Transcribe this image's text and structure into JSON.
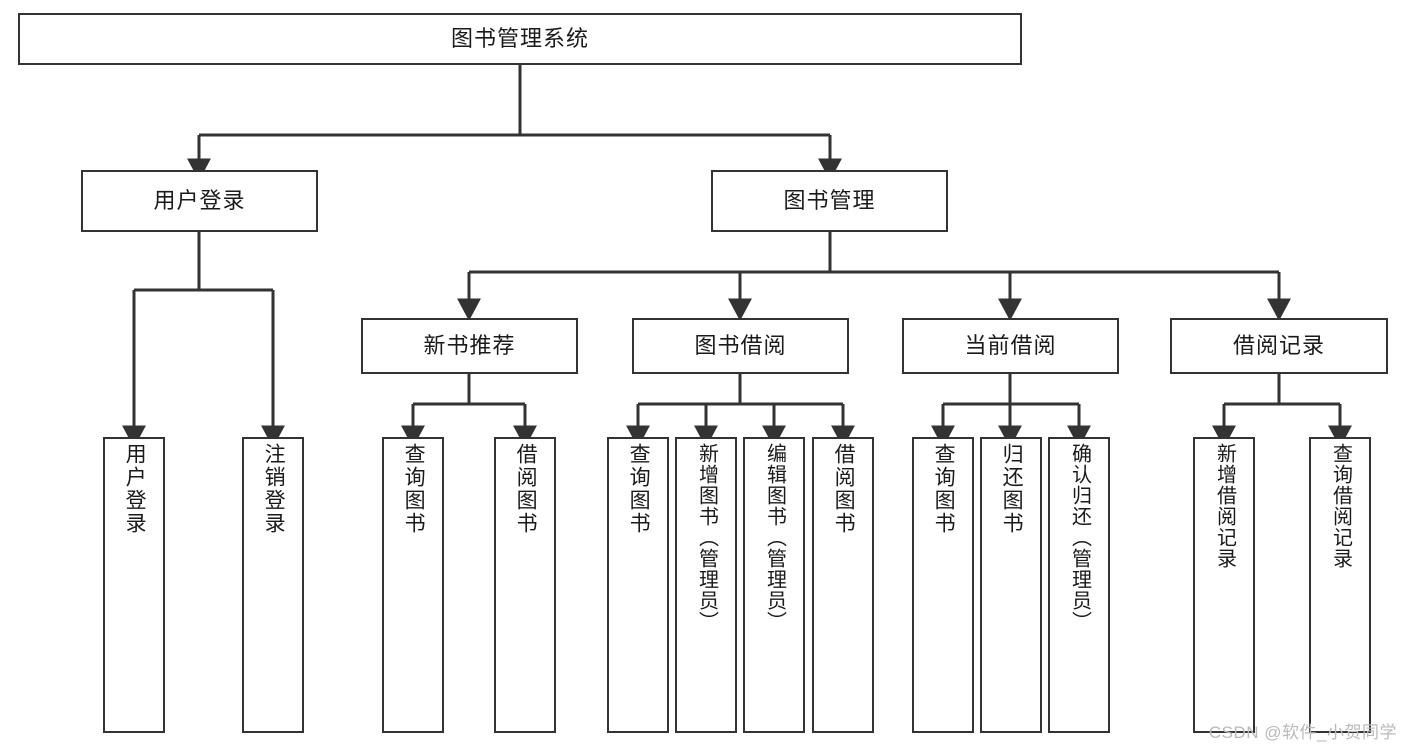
{
  "diagram": {
    "title": "图书管理系统",
    "type": "tree",
    "watermark": "CSDN @软件_小贺同学",
    "colors": {
      "stroke": "#333333",
      "fill": "#ffffff",
      "text": "#1a1a1a",
      "watermark": "#b9b9b9"
    },
    "root": {
      "label": "图书管理系统"
    },
    "level2": [
      {
        "label": "用户登录"
      },
      {
        "label": "图书管理"
      }
    ],
    "level3": [
      {
        "label": "新书推荐"
      },
      {
        "label": "图书借阅"
      },
      {
        "label": "当前借阅"
      },
      {
        "label": "借阅记录"
      }
    ],
    "leaves": {
      "user_login": [
        {
          "label": "用户登录"
        },
        {
          "label": "注销登录"
        }
      ],
      "new_book_recommend": [
        {
          "label": "查询图书"
        },
        {
          "label": "借阅图书"
        }
      ],
      "book_borrow": [
        {
          "label": "查询图书"
        },
        {
          "label": "新增图书（管理员）"
        },
        {
          "label": "编辑图书（管理员）"
        },
        {
          "label": "借阅图书"
        }
      ],
      "current_borrow": [
        {
          "label": "查询图书"
        },
        {
          "label": "归还图书"
        },
        {
          "label": "确认归还（管理员）"
        }
      ],
      "borrow_record": [
        {
          "label": "新增借阅记录"
        },
        {
          "label": "查询借阅记录"
        }
      ]
    }
  }
}
